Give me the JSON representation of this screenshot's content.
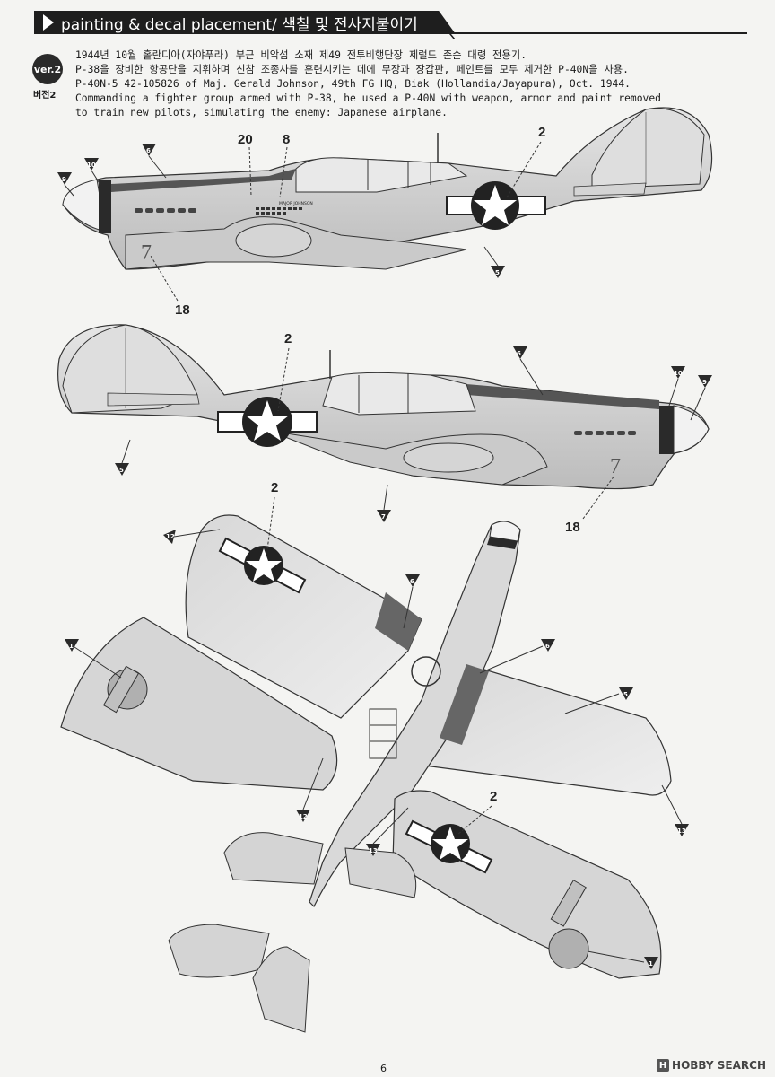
{
  "header": {
    "title": "painting & decal placement/ 색칠 및 전사지붙이기"
  },
  "version": {
    "badge": "ver.2",
    "sub_label": "버전2"
  },
  "description": {
    "line1": "1944년 10월 홀란디아(자야푸라) 부근 비악섬 소재 제49 전투비행단장 제럴드 존슨 대령 전용기.",
    "line2": "P-38을 장비한 항공단을 지휘하며 신참 조종사를 훈련시키는 데에 무장과 장갑판, 페인트를 모두 제거한 P-40N을 사용.",
    "line3": "P-40N-5 42-105826 of Maj. Gerald Johnson, 49th FG HQ, Biak (Hollandia/Jayapura), Oct. 1944.",
    "line4": "Commanding a fighter group armed with P-38, he used a P-40N with weapon, armor and paint removed",
    "line5": "to train new pilots, simulating the enemy: Japanese airplane."
  },
  "callouts": {
    "n1": "1",
    "n2": "2",
    "n5": "5",
    "n6": "6",
    "n7": "7",
    "n8": "8",
    "n9": "9",
    "n10": "10",
    "n12": "12",
    "n13": "13",
    "n18": "18",
    "n20": "20"
  },
  "markings": {
    "fuselage_number": "7",
    "pilot_name": "MAJOR JOHNSON"
  },
  "footer": {
    "page_number": "6",
    "watermark": "HOBBY SEARCH"
  }
}
